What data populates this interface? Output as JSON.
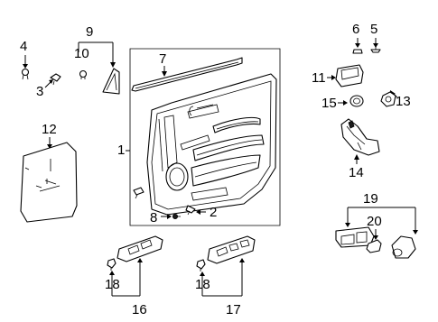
{
  "diagram": {
    "callouts": [
      "1",
      "2",
      "3",
      "4",
      "5",
      "6",
      "7",
      "8",
      "9",
      "10",
      "11",
      "12",
      "13",
      "14",
      "15",
      "16",
      "17",
      "18",
      "18",
      "19",
      "20"
    ]
  }
}
